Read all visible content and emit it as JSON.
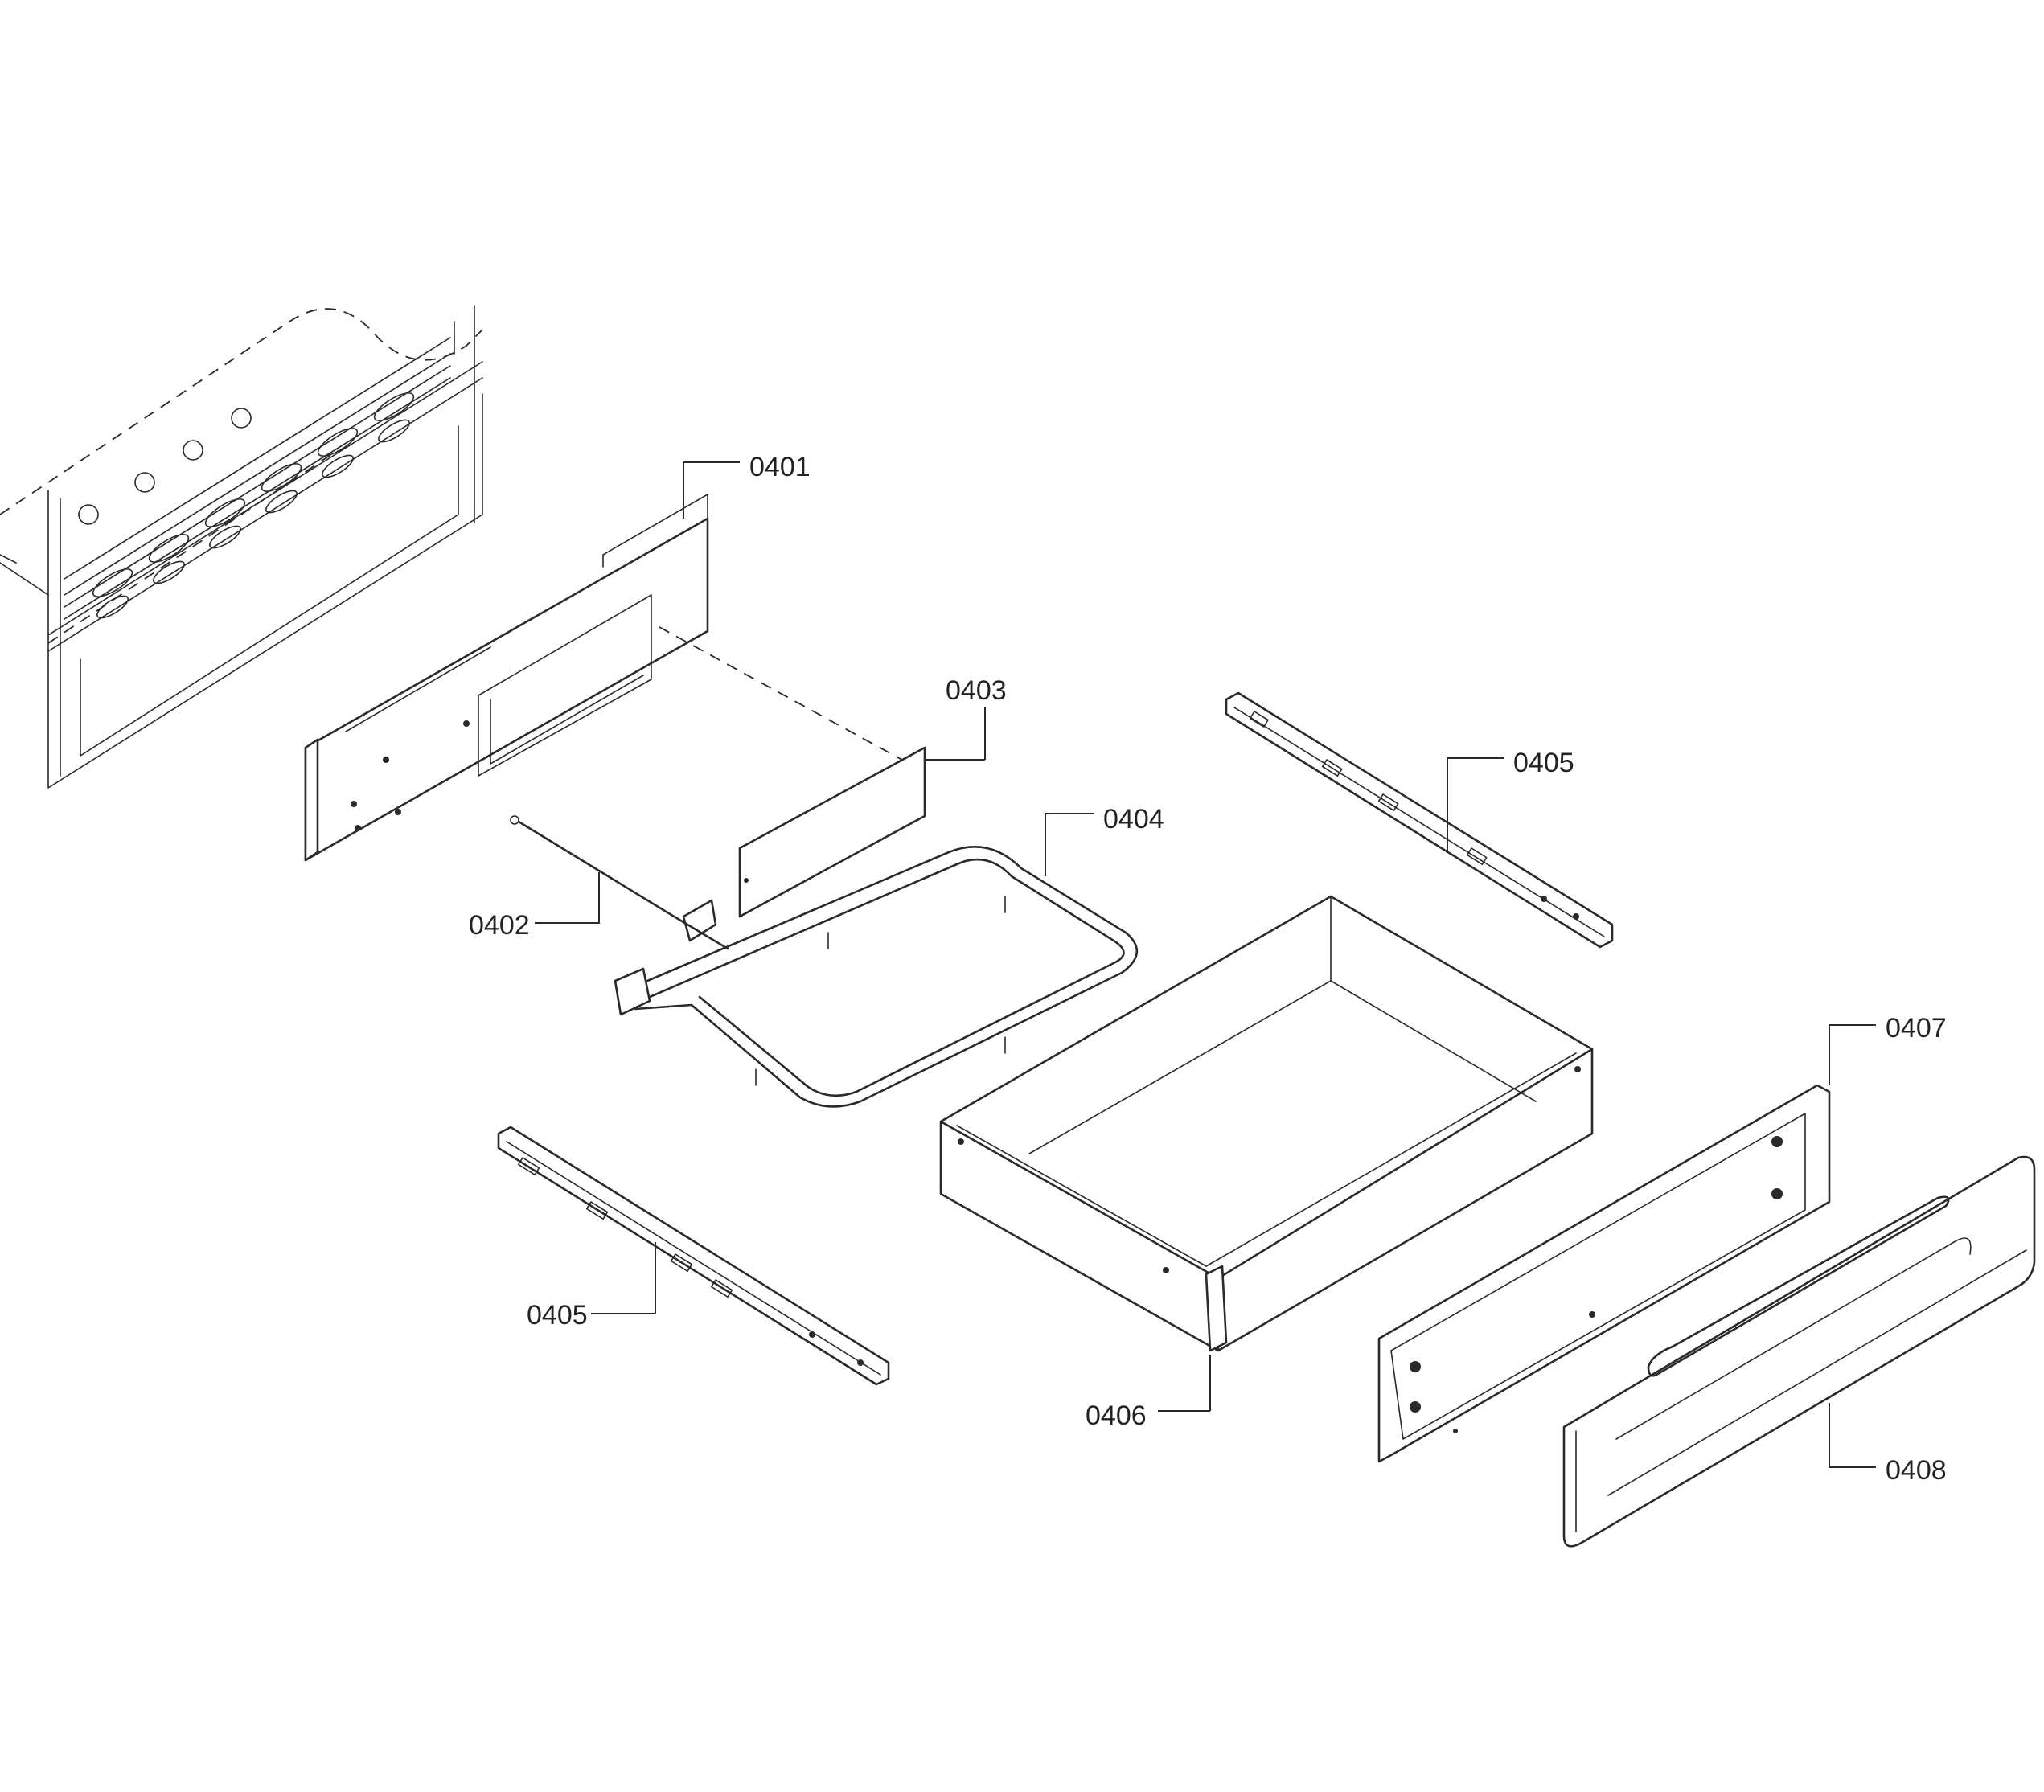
{
  "diagram": {
    "callouts": [
      {
        "id": "0401",
        "text": "0401"
      },
      {
        "id": "0402",
        "text": "0402"
      },
      {
        "id": "0403",
        "text": "0403"
      },
      {
        "id": "0404",
        "text": "0404"
      },
      {
        "id": "0405a",
        "text": "0405"
      },
      {
        "id": "0405b",
        "text": "0405"
      },
      {
        "id": "0406",
        "text": "0406"
      },
      {
        "id": "0407",
        "text": "0407"
      },
      {
        "id": "0408",
        "text": "0408"
      }
    ]
  }
}
